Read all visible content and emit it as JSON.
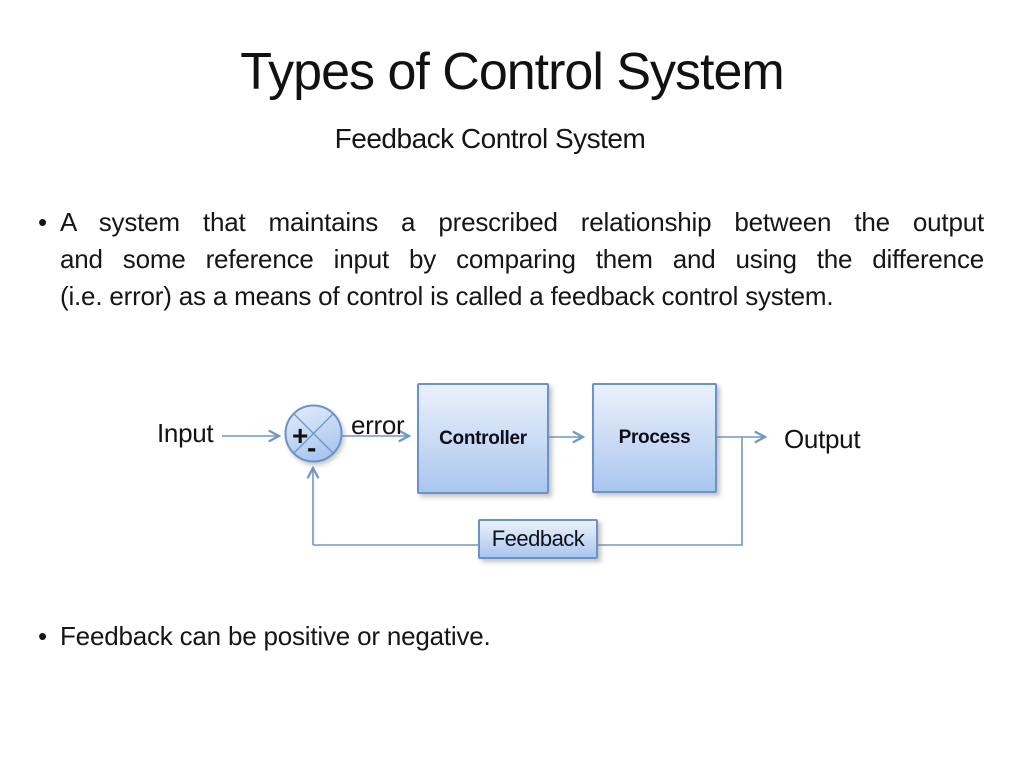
{
  "slide": {
    "title": "Types of Control System",
    "subtitle": "Feedback Control System"
  },
  "content": {
    "bullet_char": "•",
    "bullet1_lines": [
      "A system that maintains a prescribed relationship between the output",
      "and some reference input by comparing them and using the difference",
      "(i.e. error) as a means of control is called a feedback control system."
    ],
    "bullet2": "Feedback can be positive or negative."
  },
  "diagram": {
    "input_label": "Input",
    "error_label": "error",
    "output_label": "Output",
    "plus_sign": "+",
    "minus_sign": "-",
    "controller_label": "Controller",
    "process_label": "Process",
    "feedback_label": "Feedback",
    "colors": {
      "connector": "#7097c5",
      "box_border": "#6b93c6",
      "box_fill_top": "#eaf1fc",
      "box_fill_bottom": "#a9c6ee",
      "text": "#131313"
    }
  }
}
